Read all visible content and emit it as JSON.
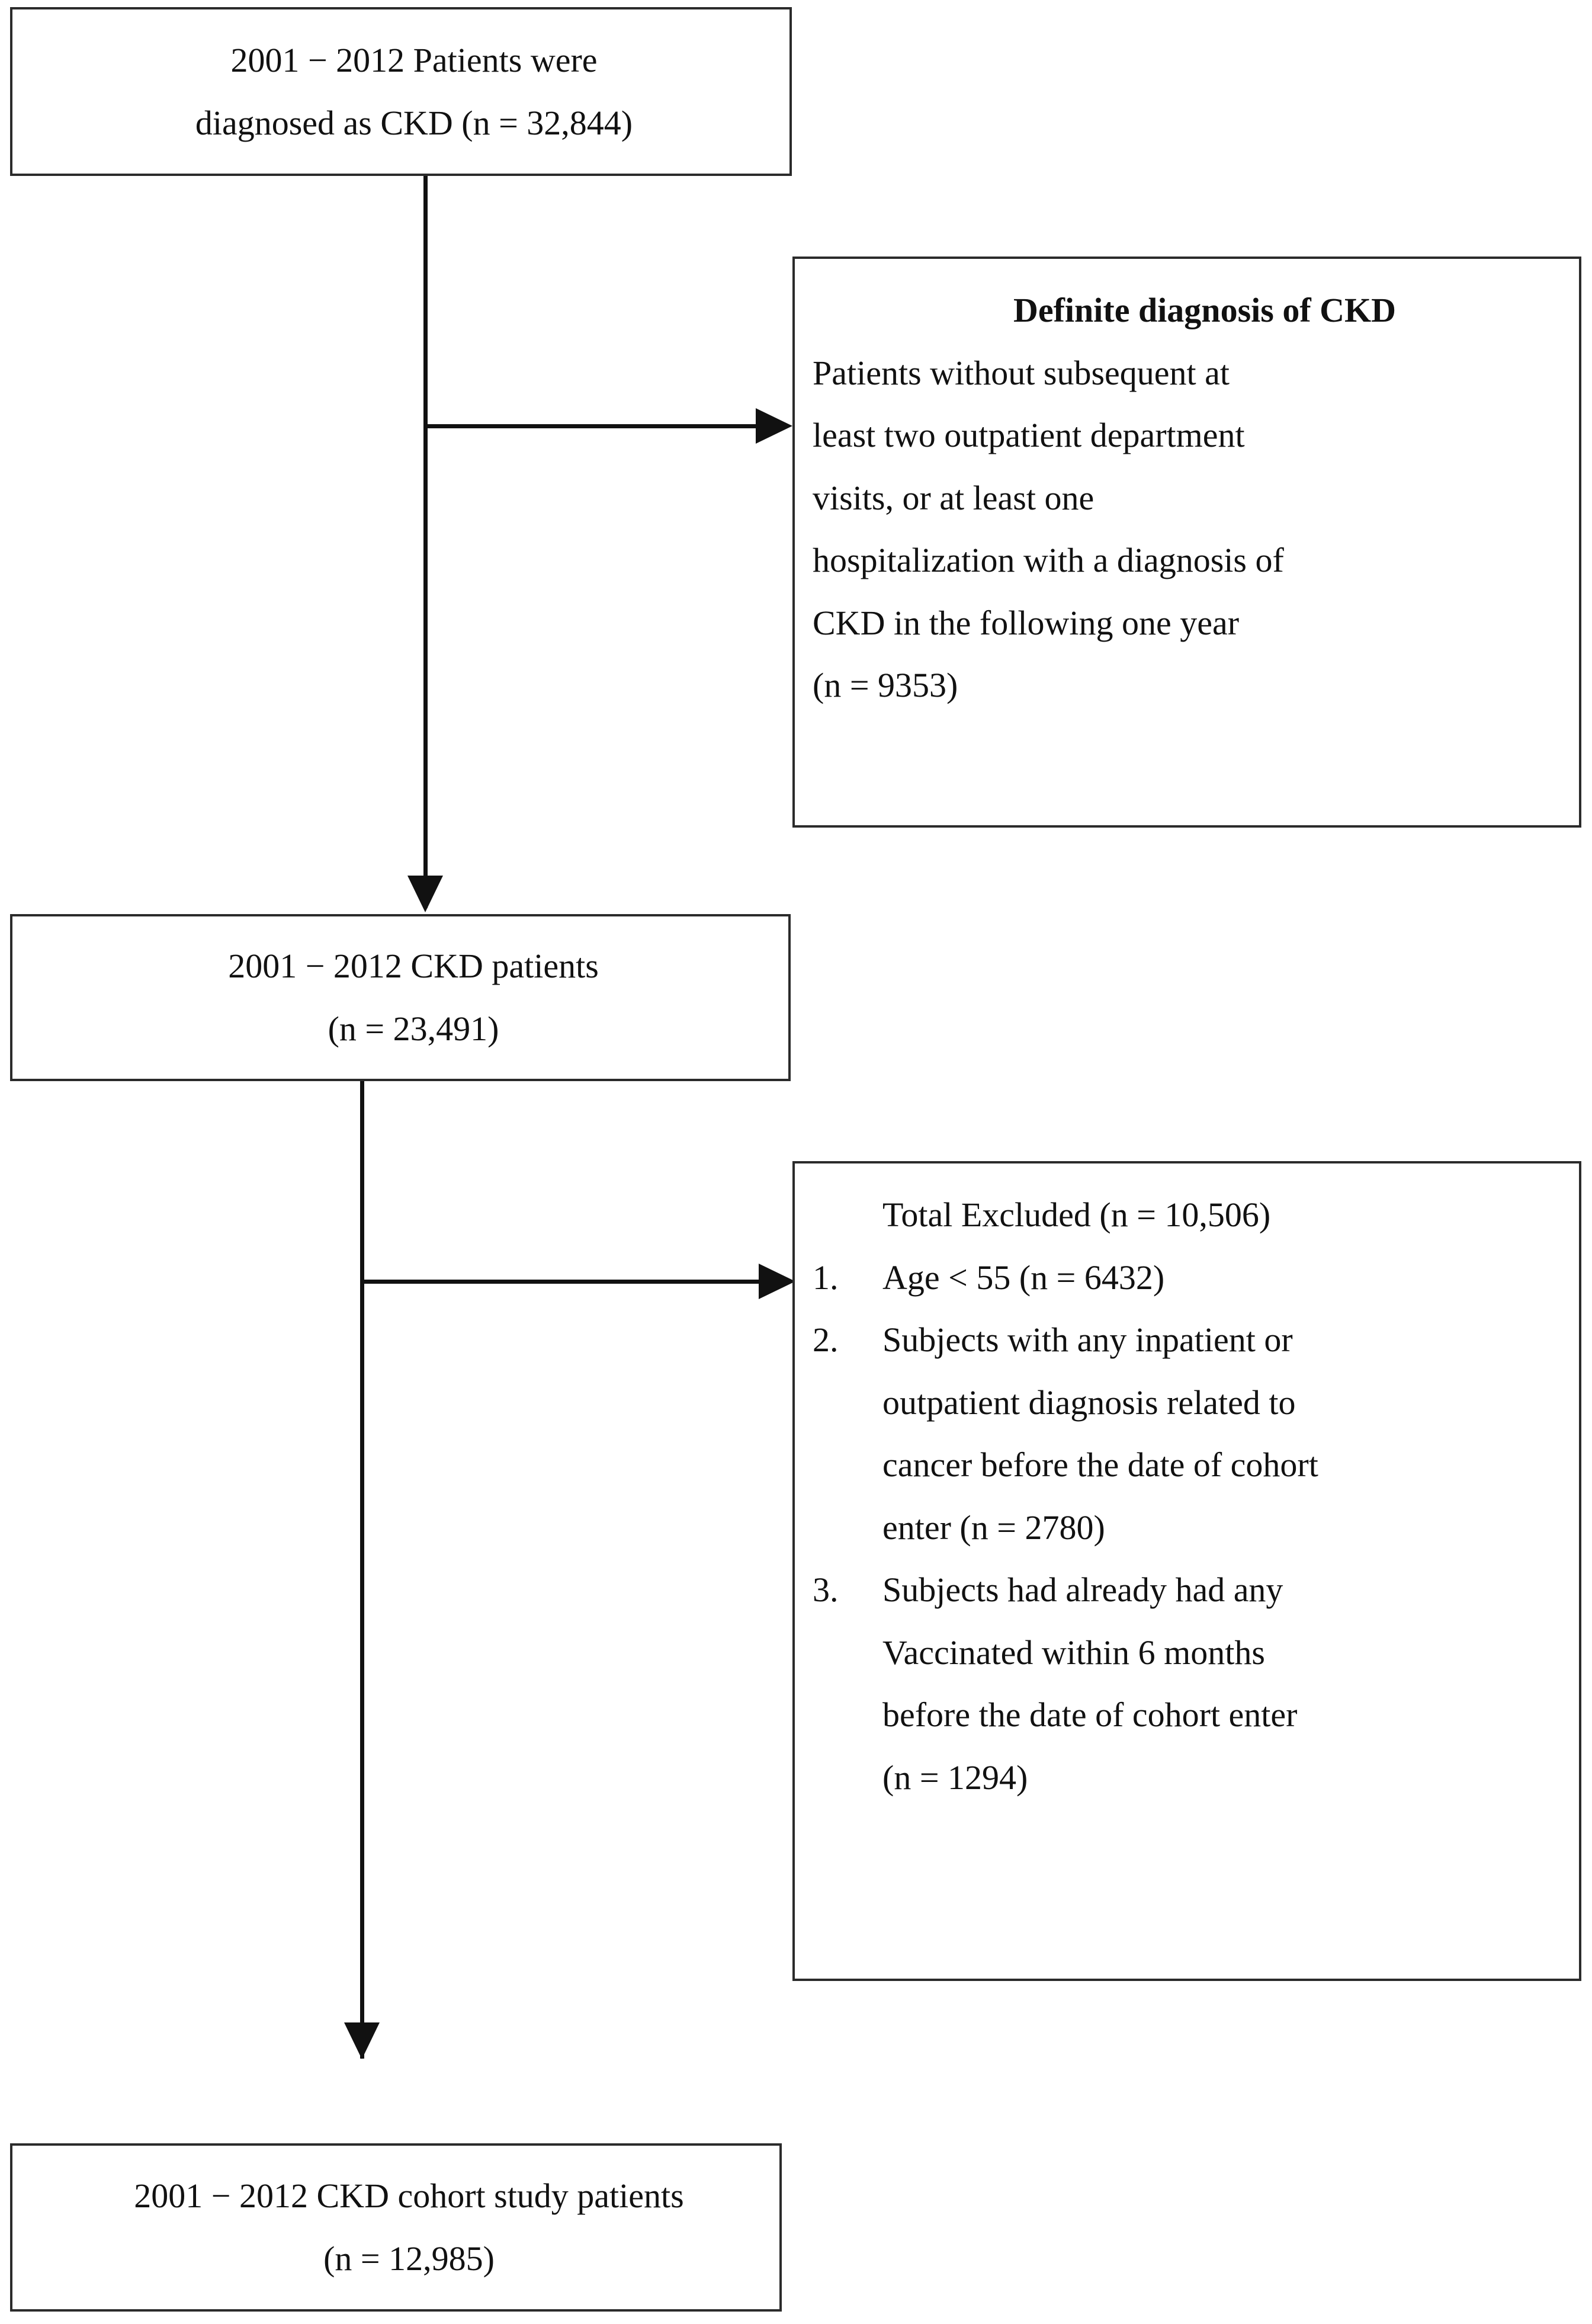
{
  "figure": {
    "type": "flowchart",
    "title": "CKD cohort selection flow diagram"
  },
  "boxes": {
    "initial": {
      "name": "initial-cohort",
      "lines": [
        "2001 − 2012 Patients were",
        "diagnosed as CKD (n = 32,844)"
      ]
    },
    "definite": {
      "name": "definite-diagnosis-exclusion",
      "heading": "Definite diagnosis of CKD",
      "lines": [
        "Patients without subsequent at",
        "least two outpatient department",
        "visits, or at least one",
        "hospitalization with a diagnosis of",
        "CKD in the following one year",
        "(n = 9353)"
      ],
      "count": 9353
    },
    "ckd": {
      "name": "ckd-patients",
      "lines": [
        "2001 − 2012 CKD patients",
        "(n = 23,491)"
      ]
    },
    "excluded": {
      "name": "total-excluded",
      "heading": "Total Excluded (n = 10,506)",
      "total": 10506,
      "items": [
        {
          "number": "1.",
          "lines": [
            "Age < 55 (n = 6432)"
          ],
          "count": 6432
        },
        {
          "number": "2.",
          "lines": [
            "Subjects with any inpatient or",
            "outpatient diagnosis related to",
            "cancer before the date of cohort",
            "enter (n = 2780)"
          ],
          "count": 2780
        },
        {
          "number": "3.",
          "lines": [
            "Subjects had already had any",
            "Vaccinated within 6 months",
            "before the date of cohort enter",
            "(n = 1294)"
          ],
          "count": 1294
        }
      ]
    },
    "final": {
      "name": "final-cohort",
      "lines": [
        "2001 − 2012 CKD cohort study patients",
        "(n = 12,985)"
      ]
    }
  },
  "colors": {
    "box_border": "#2b2b2b",
    "connector": "#111111",
    "background": "#ffffff",
    "text": "#111111"
  }
}
